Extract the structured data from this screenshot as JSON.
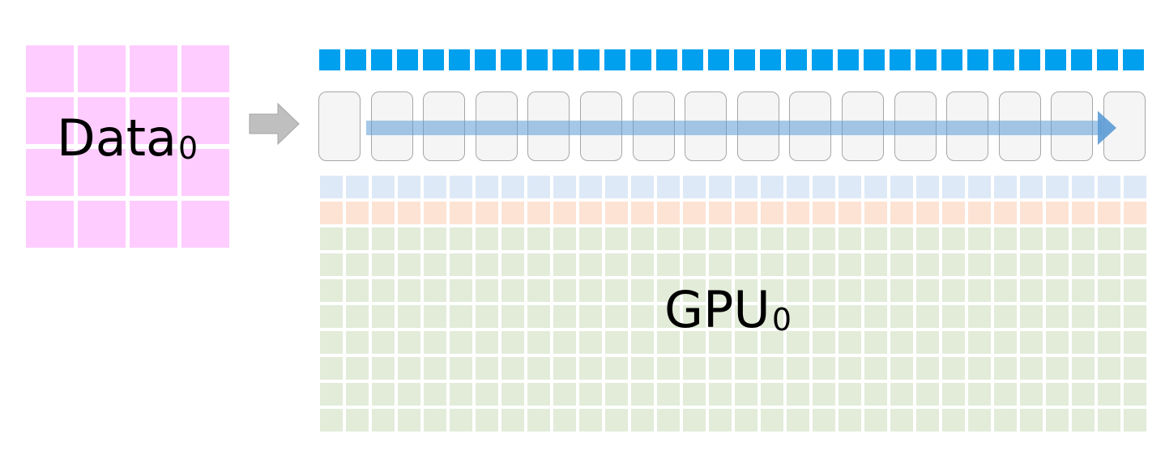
{
  "data_block": {
    "label_main": "Data",
    "label_sub": "0",
    "rows": 4,
    "cols": 4,
    "color": "#ffccff"
  },
  "gpu_block": {
    "label_main": "GPU",
    "label_sub": "0",
    "top_row_color": "#00a0ee",
    "top_row_count": 32,
    "layer_count": 16,
    "light_blue_row_color": "#dde9f7",
    "orange_row_color": "#fde3d4",
    "green_color": "#e2ecd9",
    "green_rows": 8,
    "grid_cols": 32
  },
  "arrow_color": "#bfbfbf",
  "flow_arrow_color": "#5b9bd5"
}
